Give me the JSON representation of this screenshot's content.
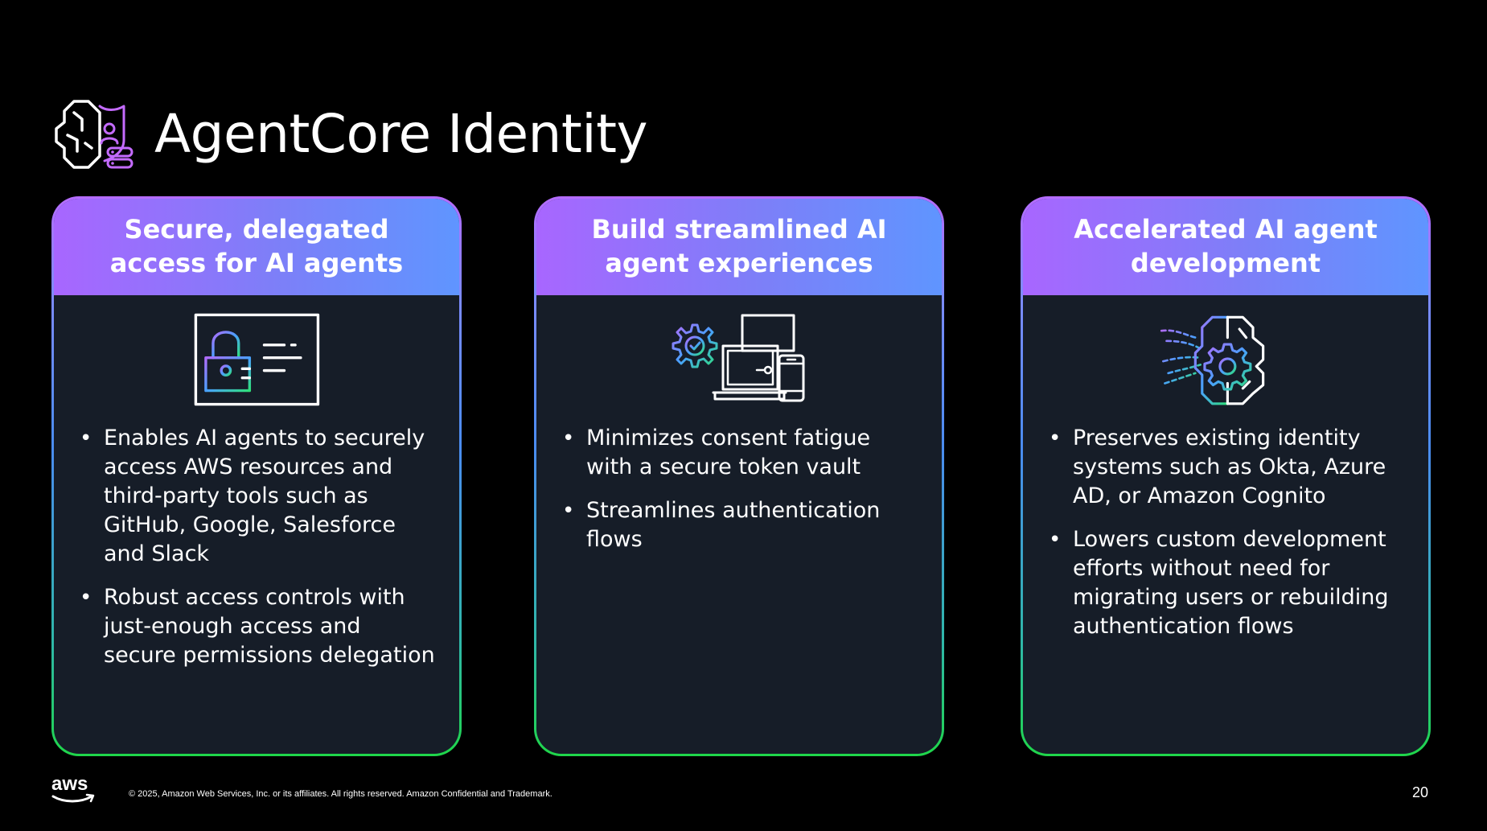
{
  "page_title": "AgentCore Identity",
  "cards": [
    {
      "title": "Secure, delegated access for AI agents",
      "icon": "lock-credential-icon",
      "bullets": [
        "Enables AI agents to securely access AWS resources and third-party tools such as GitHub, Google, Salesforce and Slack",
        "Robust access controls with just-enough access and secure permissions delegation"
      ]
    },
    {
      "title": "Build streamlined AI agent experiences",
      "icon": "gear-devices-icon",
      "bullets": [
        "Minimizes consent fatigue with a secure token vault",
        "Streamlines authentication flows"
      ]
    },
    {
      "title": "Accelerated AI agent development",
      "icon": "brain-gear-icon",
      "bullets": [
        "Preserves existing identity systems such as Okta, Azure AD, or Amazon Cognito",
        "Lowers custom development efforts without need for migrating users or rebuilding authentication flows"
      ]
    }
  ],
  "footer": {
    "logo": "aws",
    "copyright": "© 2025, Amazon Web Services, Inc. or its affiliates. All rights reserved. Amazon Confidential and Trademark.",
    "page_number": "20"
  },
  "colors": {
    "background": "#000000",
    "card_body": "#161d28",
    "header_gradient_start": "#a866ff",
    "header_gradient_end": "#5f95ff",
    "border_bottom": "#1fd64a"
  }
}
